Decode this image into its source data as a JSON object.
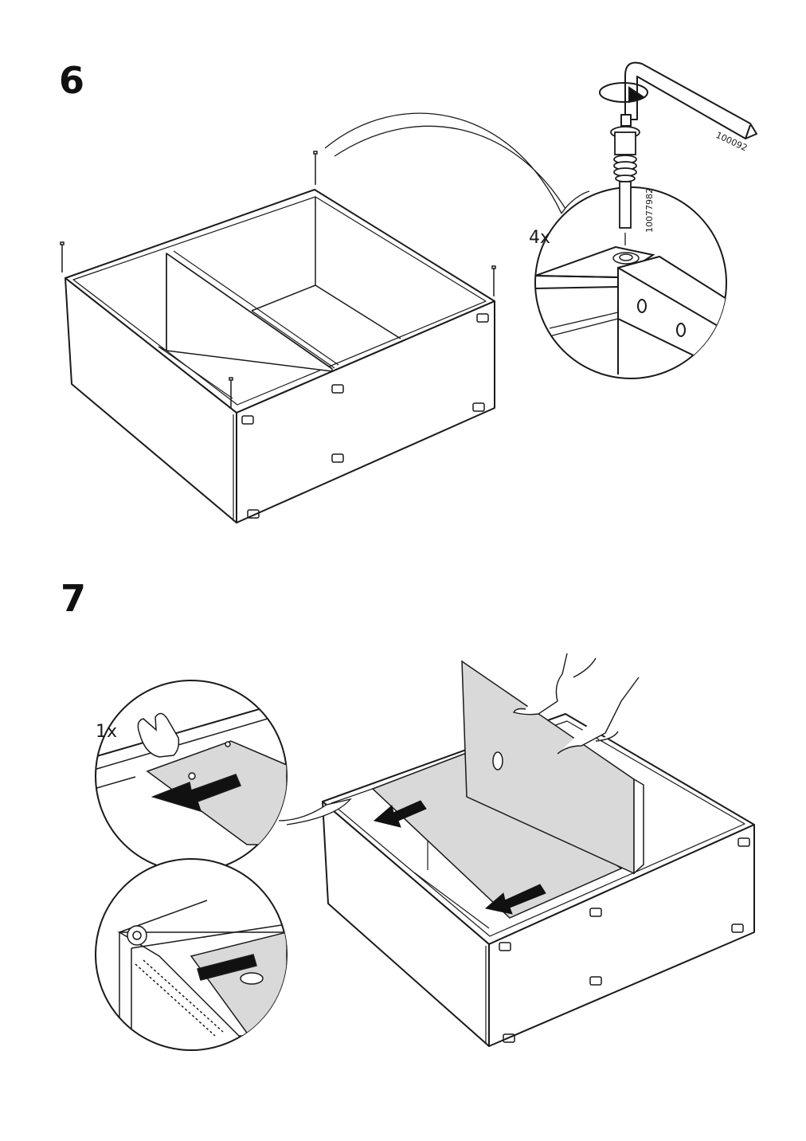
{
  "steps": [
    {
      "number": "6",
      "detail_quantity": "4x",
      "part_number": "10077982",
      "tool_number": "100092"
    },
    {
      "number": "7",
      "detail_quantity": "1x"
    }
  ],
  "colors": {
    "line": "#1a1a1a",
    "panel_fill": "#d9d9d9",
    "arrow": "#111111",
    "background": "#ffffff"
  },
  "icons": [
    "screw-icon",
    "allen-key-icon",
    "rotate-arrow-icon",
    "push-arrow-icon",
    "hand-icon"
  ]
}
